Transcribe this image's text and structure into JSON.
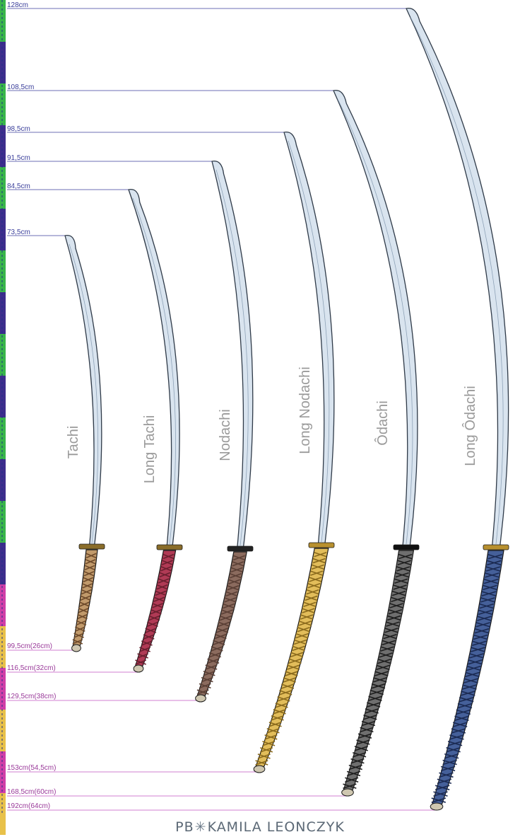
{
  "swords": [
    {
      "name": "Tachi",
      "blade_length": "73,5cm",
      "total_length": "99,5cm(26cm)",
      "handle": {
        "wrap": "#6e4a2a",
        "base": "#c19a6b",
        "tsuba": "#8a6d2a"
      }
    },
    {
      "name": "Long Tachi",
      "blade_length": "84,5cm",
      "total_length": "116,5cm(32cm)",
      "handle": {
        "wrap": "#6a1f2f",
        "base": "#b03a55",
        "tsuba": "#8a6d2a"
      }
    },
    {
      "name": "Nodachi",
      "blade_length": "91,5cm",
      "total_length": "129,5cm(38cm)",
      "handle": {
        "wrap": "#5a3f35",
        "base": "#8b6b5e",
        "tsuba": "#222222"
      }
    },
    {
      "name": "Long Nodachi",
      "blade_length": "98,5cm",
      "total_length": "153cm(54,5cm)",
      "handle": {
        "wrap": "#8a6a1c",
        "base": "#e2bd5a",
        "tsuba": "#b8902f"
      }
    },
    {
      "name": "Ôdachi",
      "blade_length": "108,5cm",
      "total_length": "168,5cm(60cm)",
      "handle": {
        "wrap": "#1e1e1e",
        "base": "#6f6f6f",
        "tsuba": "#111111"
      }
    },
    {
      "name": "Long Ôdachi",
      "blade_length": "128cm",
      "total_length": "192cm(64cm)",
      "handle": {
        "wrap": "#1b2a52",
        "base": "#45609a",
        "tsuba": "#b8902f"
      }
    }
  ],
  "colors": {
    "blade_line": "#3b3f9b",
    "total_line": "#c055c0",
    "blade_fill": "#d9e4ef",
    "blade_edge": "#2f3a48",
    "ruler_green": "#39b54a",
    "ruler_purple": "#3d2d8c",
    "ruler_magenta": "#d03fa8",
    "ruler_yellow": "#e8c14a"
  },
  "credit": {
    "left": "PB",
    "mark": "✳",
    "right": "KAMILA LEONCZYK"
  }
}
